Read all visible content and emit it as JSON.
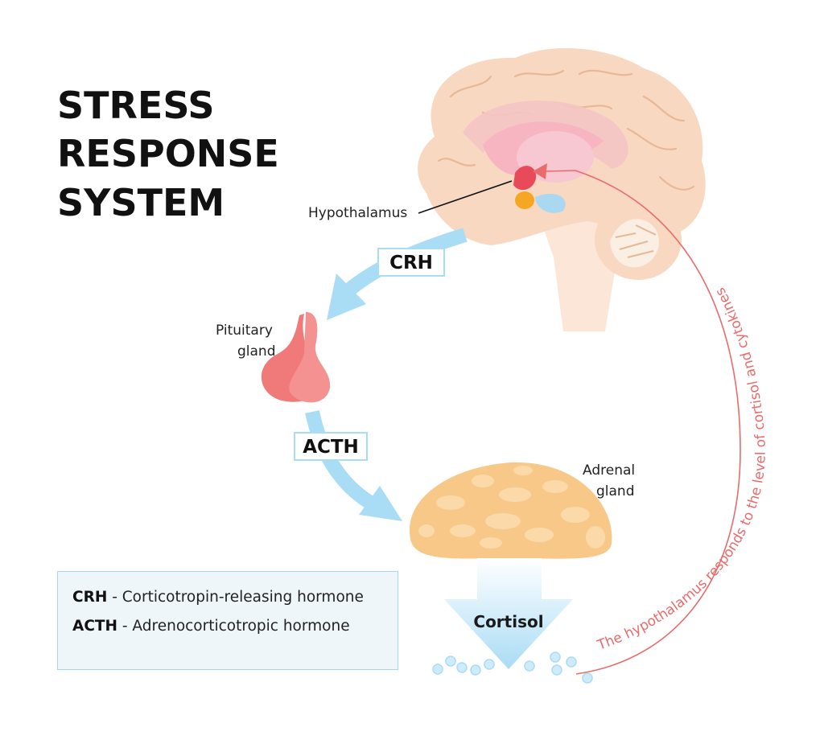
{
  "title": {
    "line1": "STRESS",
    "line2": "RESPONSE",
    "line3": "SYSTEM"
  },
  "labels": {
    "hypothalamus": "Hypothalamus",
    "pituitary_line1": "Pituitary",
    "pituitary_line2": "gland",
    "adrenal_line1": "Adrenal",
    "adrenal_line2": "gland",
    "cortisol": "Cortisol"
  },
  "hormones": {
    "crh": "CRH",
    "acth": "ACTH"
  },
  "feedback": "The hypothalamus responds to the level of cortisol and cytokines",
  "legend": {
    "items": [
      {
        "abbr": "CRH",
        "text": " - Corticotropin-releasing hormone"
      },
      {
        "abbr": "ACTH",
        "text": " - Adrenocorticotropic hormone"
      }
    ]
  },
  "colors": {
    "arrow_blue": "#a9dcf5",
    "feedback_red": "#e96b6b",
    "brain": "#f9d8c1",
    "pituitary": "#f07a7a",
    "adrenal": "#f8c888",
    "legend_bg": "#eef6fa"
  }
}
